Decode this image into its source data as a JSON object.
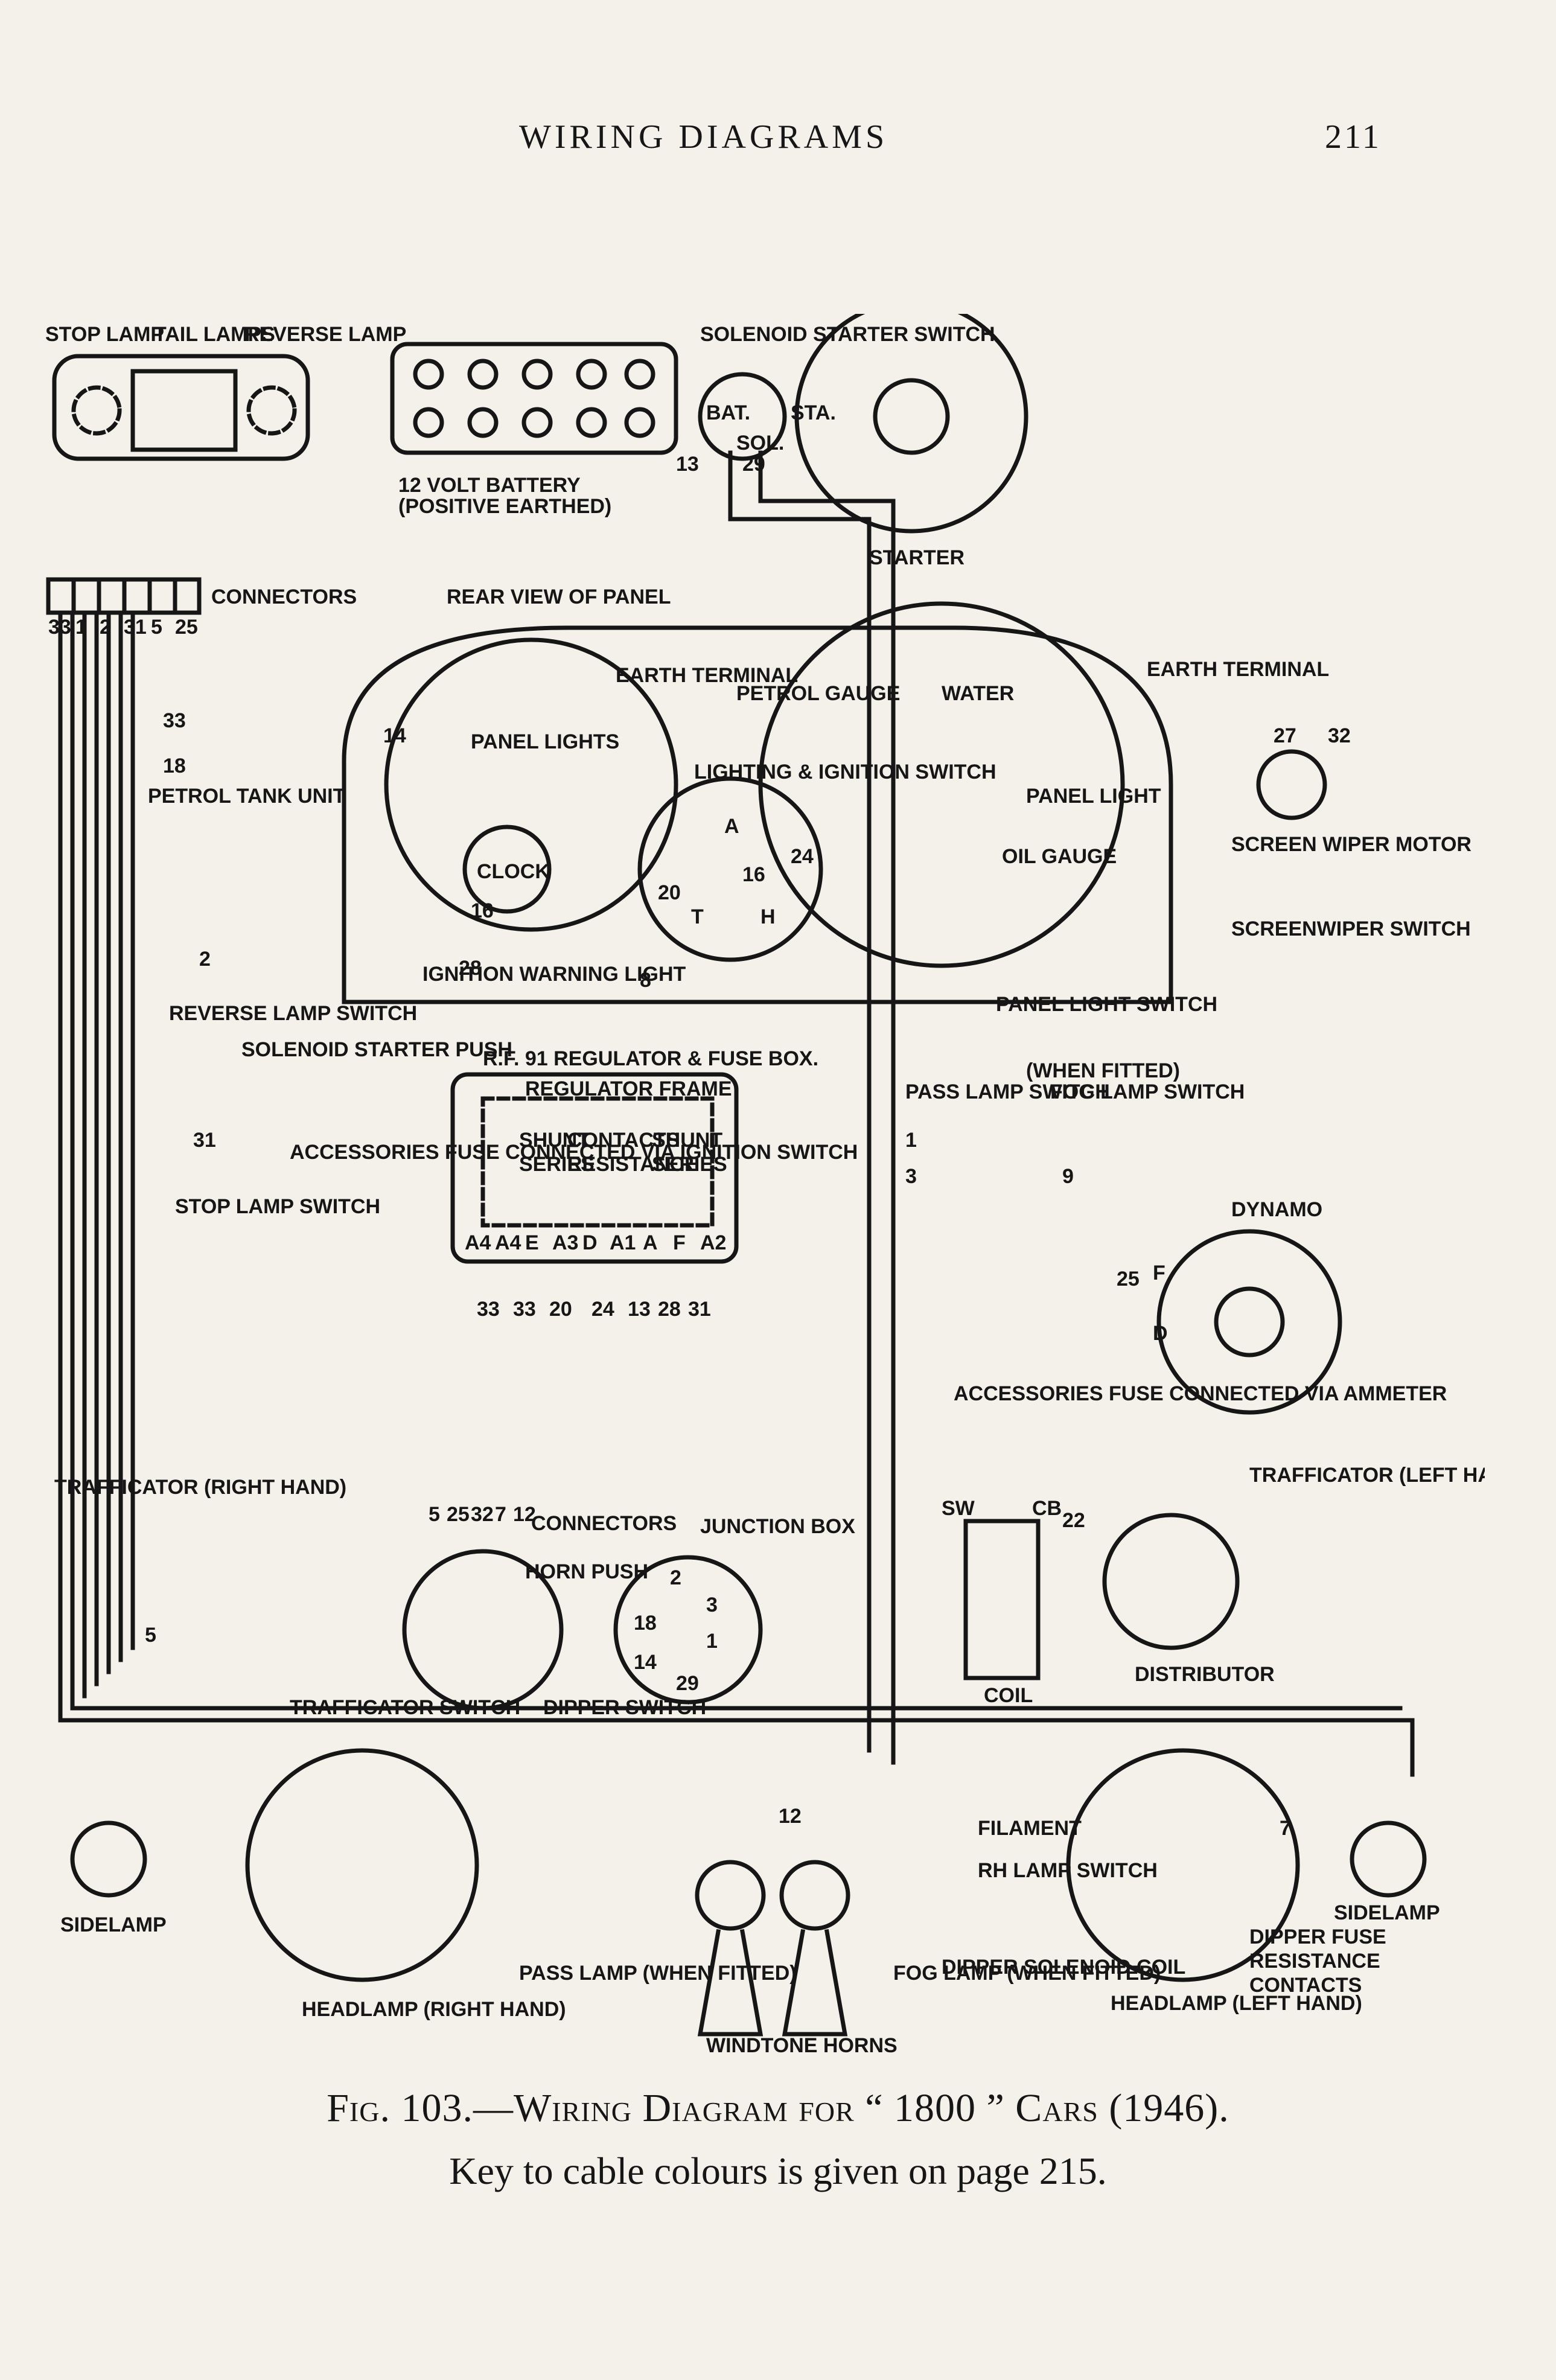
{
  "page": {
    "running_title": "WIRING DIAGRAMS",
    "page_number": "211"
  },
  "caption": {
    "line1": "Fig. 103.—Wiring Diagram for “ 1800 ” Cars (1946).",
    "line2": "Key to cable colours is given on page 215."
  },
  "labels": {
    "stop_lamp": "STOP LAMP",
    "tail_lamps": "TAIL LAMPS",
    "reverse_lamp": "REVERSE LAMP",
    "battery": "12 VOLT BATTERY",
    "battery_note": "(POSITIVE EARTHED)",
    "solenoid_switch": "SOLENOID STARTER SWITCH",
    "bat": "BAT.",
    "sta": "STA.",
    "sol": "SOL.",
    "starter": "STARTER",
    "connectors_top": "CONNECTORS",
    "rear_view_panel": "REAR VIEW OF PANEL",
    "earth_terminal_1": "EARTH TERMINAL",
    "earth_terminal_2": "EARTH TERMINAL",
    "petrol_gauge": "PETROL GAUGE",
    "water": "WATER",
    "panel_lights": "PANEL LIGHTS",
    "lighting_ignition_switch": "LIGHTING & IGNITION SWITCH",
    "panel_light": "PANEL LIGHT",
    "oil_gauge": "OIL GAUGE",
    "clock": "CLOCK",
    "petrol_tank_unit": "PETROL TANK UNIT",
    "screen_wiper_motor": "SCREEN WIPER MOTOR",
    "screenwiper_switch": "SCREENWIPER SWITCH",
    "ignition_warning_light": "IGNITION WARNING LIGHT",
    "panel_light_switch": "PANEL LIGHT SWITCH",
    "reverse_lamp_switch": "REVERSE LAMP SWITCH",
    "solenoid_starter_push": "SOLENOID STARTER PUSH",
    "regulator_box": "R.F. 91 REGULATOR & FUSE BOX.",
    "regulator_frame": "REGULATOR FRAME",
    "shunt_1": "SHUNT",
    "series_1": "SERIES",
    "contacts": "CONTACTS",
    "resistance": "RESISTANCE",
    "shunt_2": "SHUNT",
    "series_2": "SERIES",
    "accessories_fuse_ignition": "ACCESSORIES FUSE CONNECTED VIA IGNITION SWITCH",
    "when_fitted_1": "(WHEN FITTED)",
    "pass_lamp_switch": "PASS LAMP SWITCH",
    "fog_lamp_switch": "FOG LAMP SWITCH",
    "stop_lamp_switch": "STOP LAMP SWITCH",
    "dynamo": "DYNAMO",
    "accessories_fuse_ammeter": "ACCESSORIES FUSE CONNECTED VIA AMMETER",
    "trafficator_right": "TRAFFICATOR (RIGHT HAND)",
    "trafficator_left": "TRAFFICATOR (LEFT HAND)",
    "connectors_bottom": "CONNECTORS",
    "junction_box": "JUNCTION BOX",
    "horn_push": "HORN PUSH",
    "trafficator_switch": "TRAFFICATOR SWITCH",
    "dipper_switch": "DIPPER SWITCH",
    "coil": "COIL",
    "distributor": "DISTRIBUTOR",
    "sw": "SW",
    "cb": "CB",
    "sidelamp_left": "SIDELAMP",
    "sidelamp_right": "SIDELAMP",
    "headlamp_right": "HEADLAMP (RIGHT HAND)",
    "pass_lamp": "PASS LAMP (WHEN FITTED)",
    "windtone_horns": "WINDTONE HORNS",
    "fog_lamp": "FOG LAMP (WHEN FITTED)",
    "filament": "FILAMENT",
    "rh_lamp_switch": "RH LAMP SWITCH",
    "dipper_solenoid_coil": "DIPPER SOLENOID COIL",
    "headlamp_left": "HEADLAMP (LEFT HAND)",
    "dipper_fuse": "DIPPER FUSE",
    "resistance_2": "RESISTANCE",
    "contacts_2": "CONTACTS"
  },
  "terminals": {
    "reg_box": [
      "A4",
      "A4",
      "E",
      "A3",
      "D",
      "A1",
      "A",
      "F",
      "A2"
    ],
    "junction_box": [
      "2",
      "3",
      "18",
      "1",
      "14",
      "29"
    ],
    "ignition_switch": [
      "A",
      "16",
      "T",
      "H"
    ],
    "connector_wires_top": [
      "33",
      "1",
      "2",
      "31",
      "5",
      "25"
    ],
    "connector_wires_bottom": [
      "5",
      "25",
      "32",
      "7",
      "12"
    ],
    "reg_wires": [
      "33",
      "33",
      "20",
      "24",
      "13",
      "28",
      "31"
    ]
  },
  "wire_numbers": {
    "n1": "1",
    "n2": "2",
    "n3": "3",
    "n5": "5",
    "n7": "7",
    "n8": "8",
    "n9": "9",
    "n12": "12",
    "n13": "13",
    "n14": "14",
    "n16": "16",
    "n18": "18",
    "n20": "20",
    "n22": "22",
    "n24": "24",
    "n25": "25",
    "n27": "27",
    "n28": "28",
    "n29": "29",
    "n31": "31",
    "n32": "32",
    "n33": "33",
    "f": "F",
    "d": "D"
  },
  "colors": {
    "ink": "#161616",
    "paper": "#f4f1ea"
  }
}
